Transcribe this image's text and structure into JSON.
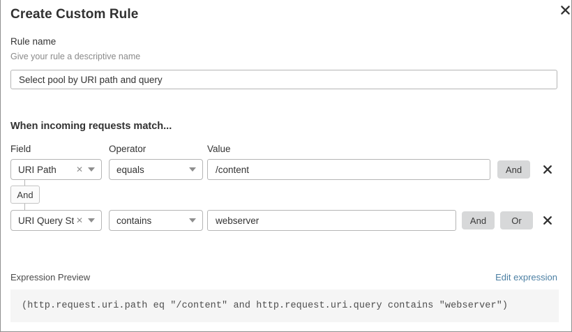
{
  "dialog": {
    "title": "Create Custom Rule",
    "close_icon": "close-icon"
  },
  "rule_name": {
    "label": "Rule name",
    "help": "Give your rule a descriptive name",
    "value": "Select pool by URI path and query",
    "placeholder": "Select pool by URI path and query"
  },
  "conditions": {
    "heading": "When incoming requests match...",
    "columns": {
      "field": "Field",
      "operator": "Operator",
      "value": "Value"
    },
    "connector": {
      "label": "And"
    },
    "rows": [
      {
        "field": "URI Path",
        "field_clear_icon": "clear-icon",
        "field_caret_icon": "chevron-down-icon",
        "operator": "equals",
        "operator_caret_icon": "chevron-down-icon",
        "value": "/content",
        "and_label": "And",
        "remove_icon": "close-icon"
      },
      {
        "field": "URI Query St...",
        "field_clear_icon": "clear-icon",
        "field_caret_icon": "chevron-down-icon",
        "operator": "contains",
        "operator_caret_icon": "chevron-down-icon",
        "value": "webserver",
        "and_label": "And",
        "or_label": "Or",
        "remove_icon": "close-icon"
      }
    ]
  },
  "expression": {
    "label": "Expression Preview",
    "edit_link": "Edit expression",
    "code": "(http.request.uri.path eq \"/content\" and http.request.uri.query contains \"webserver\")"
  },
  "colors": {
    "accent_link": "#4b7fa3",
    "logic_button_bg": "#d7d8d9",
    "code_bg": "#f5f5f5",
    "border": "#b5b5b5"
  }
}
